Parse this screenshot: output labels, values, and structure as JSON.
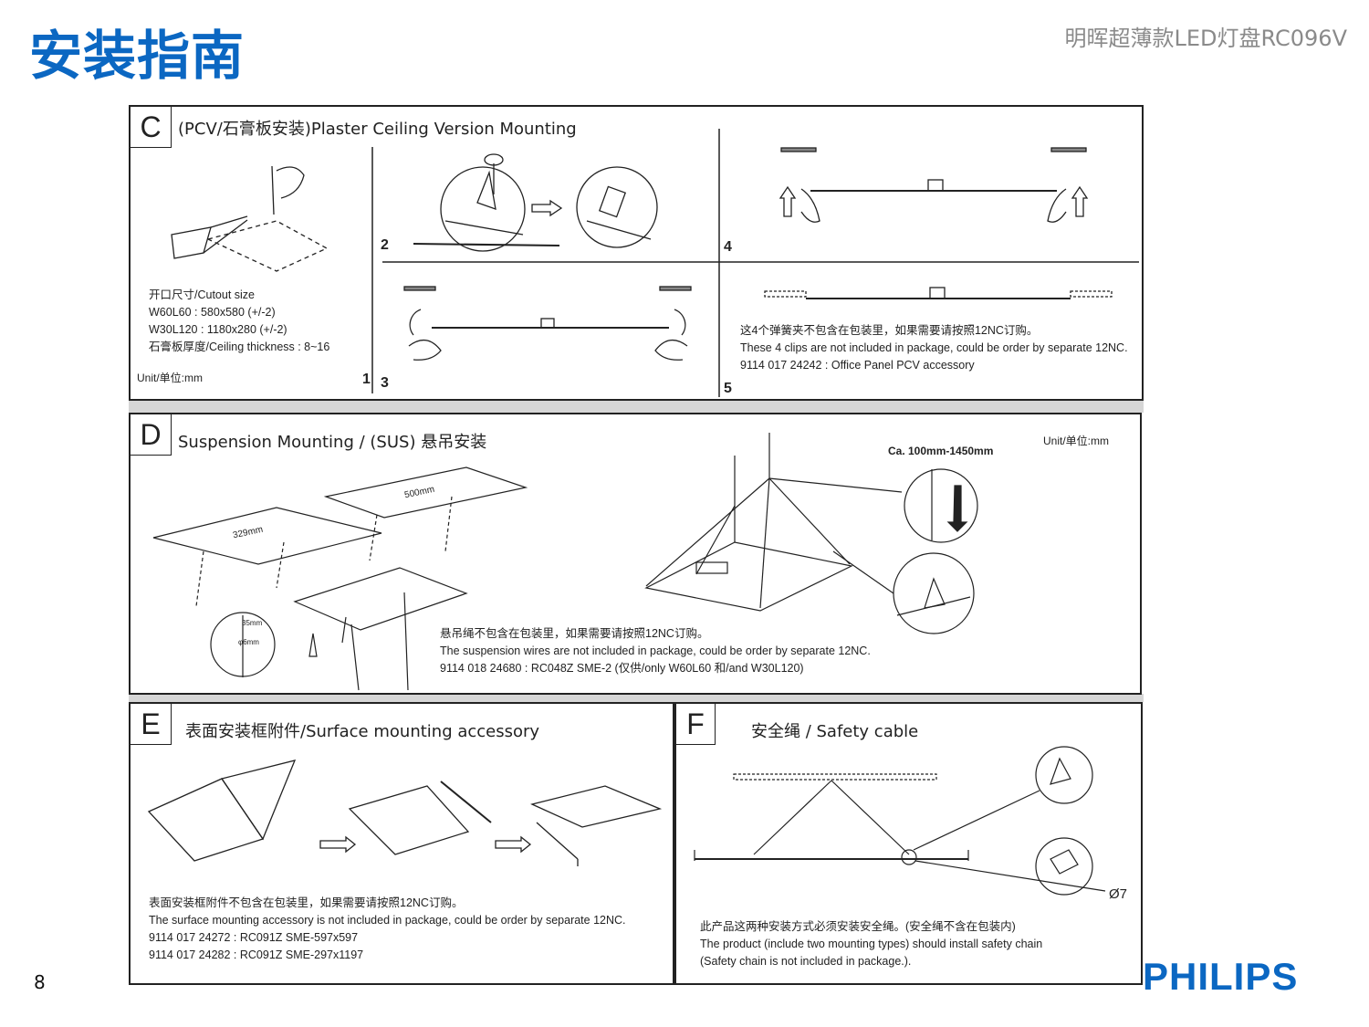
{
  "header": {
    "title": "安装指南",
    "product": "明晖超薄款LED灯盘RC096V"
  },
  "footer": {
    "page_number": "8",
    "brand": "PHILIPS"
  },
  "panel_c": {
    "letter": "C",
    "title": "(PCV/石膏板安装)Plaster Ceiling Version Mounting",
    "cutout_title": "开口尺寸/Cutout size",
    "cutout_1": "W60L60 : 580x580 (+/-2)",
    "cutout_2": "W30L120 : 1180x280 (+/-2)",
    "thickness": "石膏板厚度/Ceiling thickness : 8~16",
    "unit": "Unit/单位:mm",
    "steps": [
      "1",
      "2",
      "3",
      "4",
      "5"
    ],
    "note_cn": "这4个弹簧夹不包含在包装里，如果需要请按照12NC订购。",
    "note_en": "These 4 clips are not included in package, could be order by separate 12NC.",
    "note_code": "9114 017 24242 : Office Panel PCV accessory"
  },
  "panel_d": {
    "letter": "D",
    "title": "Suspension Mounting / (SUS) 悬吊安装",
    "unit": "Unit/单位:mm",
    "range": "Ca. 100mm-1450mm",
    "dim_329": "329mm",
    "dim_500": "500mm",
    "dim_35": "35mm",
    "dim_6": "φ6mm",
    "note_cn": "悬吊绳不包含在包装里，如果需要请按照12NC订购。",
    "note_en": "The suspension wires are not included in package, could be order by separate 12NC.",
    "note_code": "9114 018 24680 : RC048Z SME-2   (仅供/only W60L60 和/and W30L120)"
  },
  "panel_e": {
    "letter": "E",
    "title": "表面安装框附件/Surface mounting accessory",
    "note_cn": "表面安装框附件不包含在包装里，如果需要请按照12NC订购。",
    "note_en": "The surface mounting accessory is not included in package, could be order by separate 12NC.",
    "code_1": "9114 017 24272 : RC091Z SME-597x597",
    "code_2": "9114 017 24282 : RC091Z SME-297x1197"
  },
  "panel_f": {
    "letter": "F",
    "title": "安全绳 / Safety cable",
    "dim": "Ø7",
    "note_cn": "此产品这两种安装方式必须安装安全绳。(安全绳不含在包装内)",
    "note_en": "The product (include two mounting types) should install safety chain",
    "note_en2": "(Safety chain is not included in package.)."
  },
  "colors": {
    "title_blue": "#0b67c2",
    "product_gray": "#8a8a8a",
    "separator_gray": "#d6d6d6"
  }
}
